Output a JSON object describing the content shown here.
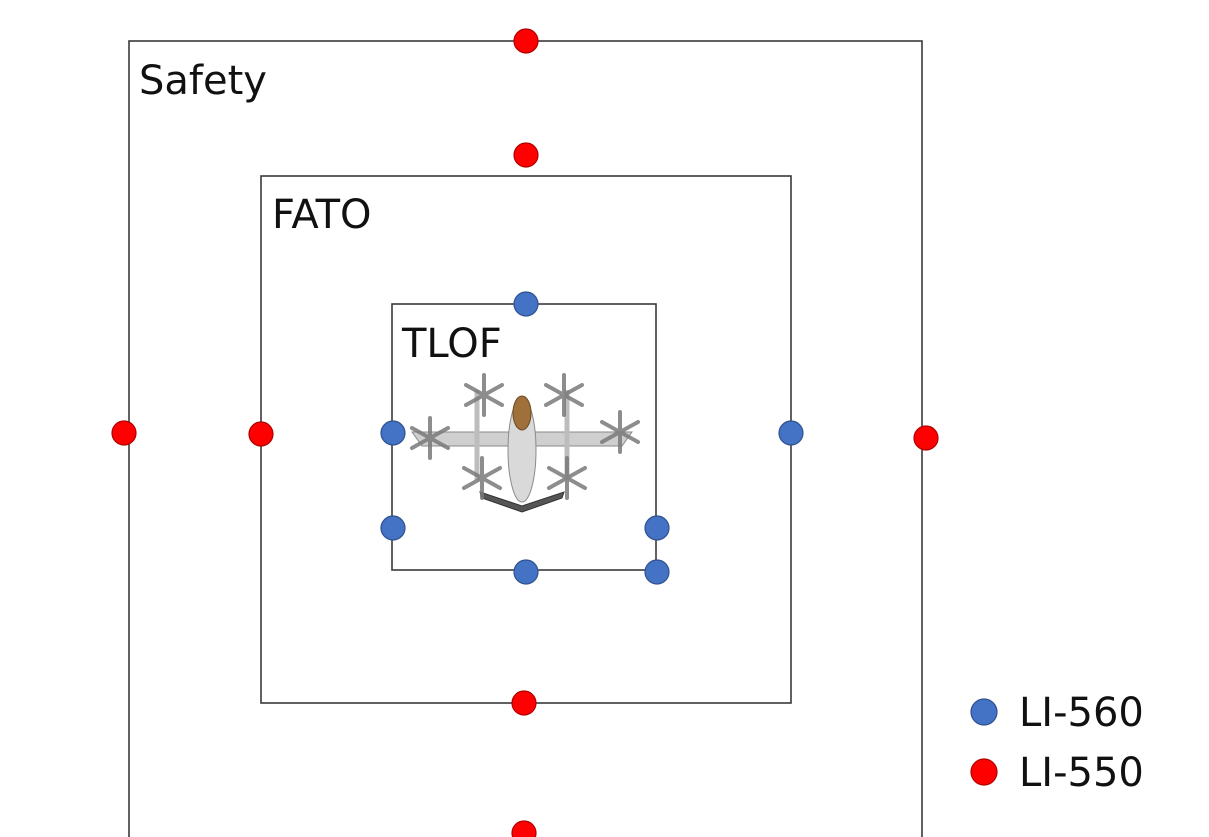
{
  "zones": {
    "safety": {
      "label": "Safety"
    },
    "fato": {
      "label": "FATO"
    },
    "tlof": {
      "label": "TLOF"
    }
  },
  "legend": {
    "items": [
      {
        "label": "LI-560",
        "color": "#4472c4"
      },
      {
        "label": "LI-550",
        "color": "#ff0000"
      }
    ]
  },
  "colors": {
    "li_560": "#4472c4",
    "li_550": "#ff0000",
    "frame": "#3a3a3a"
  },
  "icons": {
    "aircraft": "evtol-aircraft-icon"
  }
}
